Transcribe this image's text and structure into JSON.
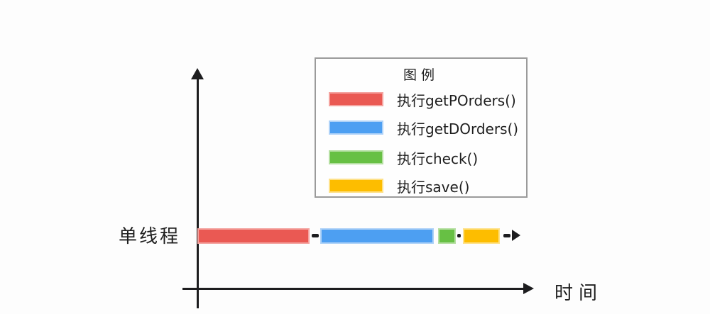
{
  "canvas": {
    "background": "#fdfdfd",
    "ink_color": "#1d1d1f"
  },
  "legend": {
    "title": "图例",
    "items": [
      {
        "name": "getPOrders",
        "label": "执行getPOrders()",
        "color": "#ea5953",
        "border_color": "#f4a39f"
      },
      {
        "name": "getDOrders",
        "label": "执行getDOrders()",
        "color": "#4d9ff2",
        "border_color": "#aed2f8"
      },
      {
        "name": "check",
        "label": "执行check()",
        "color": "#67c044",
        "border_color": "#b5dfa2"
      },
      {
        "name": "save",
        "label": "执行save()",
        "color": "#fdbd00",
        "border_color": "#fee188"
      }
    ]
  },
  "timeline": {
    "row_label": "单线程",
    "axis_label": "时间",
    "sequence_note": "getPOrders -> getDOrders -> check -> save",
    "segments": [
      {
        "task": "执行getPOrders()",
        "color": "#ea5953",
        "border_color": "#f4a39f"
      },
      {
        "task": "执行getDOrders()",
        "color": "#4d9ff2",
        "border_color": "#aed2f8"
      },
      {
        "task": "执行check()",
        "color": "#67c044",
        "border_color": "#b5dfa2"
      },
      {
        "task": "执行save()",
        "color": "#fdbd00",
        "border_color": "#fee188"
      }
    ]
  }
}
